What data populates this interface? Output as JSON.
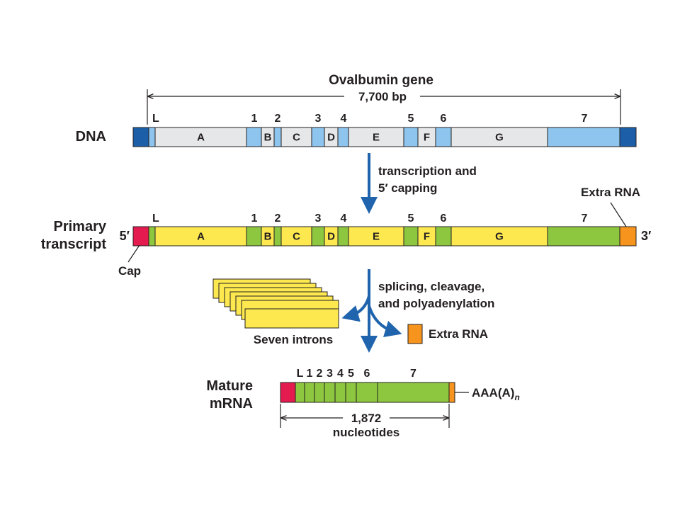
{
  "title": "Ovalbumin gene",
  "gene_length": "7,700 bp",
  "dna": {
    "row_label": "DNA",
    "segments": [
      {
        "kind": "flank"
      },
      {
        "kind": "exon"
      },
      {
        "kind": "intron",
        "label": "A"
      },
      {
        "kind": "exon"
      },
      {
        "kind": "intron",
        "label": "B"
      },
      {
        "kind": "exon"
      },
      {
        "kind": "intron",
        "label": "C"
      },
      {
        "kind": "exon"
      },
      {
        "kind": "intron",
        "label": "D"
      },
      {
        "kind": "exon"
      },
      {
        "kind": "intron",
        "label": "E"
      },
      {
        "kind": "exon"
      },
      {
        "kind": "intron",
        "label": "F"
      },
      {
        "kind": "exon"
      },
      {
        "kind": "intron",
        "label": "G"
      },
      {
        "kind": "exon"
      },
      {
        "kind": "flank"
      }
    ]
  },
  "exon_labels": [
    "L",
    "1",
    "2",
    "3",
    "4",
    "5",
    "6",
    "7"
  ],
  "step1": {
    "line1": "transcription and",
    "line2": "5′ capping"
  },
  "primary": {
    "label_line1": "Primary",
    "label_line2": "transcript",
    "five_prime": "5′",
    "three_prime": "3′",
    "cap_label": "Cap",
    "extra_rna_label": "Extra RNA",
    "segments": [
      {
        "kind": "cap"
      },
      {
        "kind": "exon"
      },
      {
        "kind": "intron",
        "label": "A"
      },
      {
        "kind": "exon"
      },
      {
        "kind": "intron",
        "label": "B"
      },
      {
        "kind": "exon"
      },
      {
        "kind": "intron",
        "label": "C"
      },
      {
        "kind": "exon"
      },
      {
        "kind": "intron",
        "label": "D"
      },
      {
        "kind": "exon"
      },
      {
        "kind": "intron",
        "label": "E"
      },
      {
        "kind": "exon"
      },
      {
        "kind": "intron",
        "label": "F"
      },
      {
        "kind": "exon"
      },
      {
        "kind": "intron",
        "label": "G"
      },
      {
        "kind": "exon"
      },
      {
        "kind": "extra"
      }
    ]
  },
  "step2": {
    "line1": "splicing, cleavage,",
    "line2": "and polyadenylation"
  },
  "introns_label": "Seven introns",
  "extra_rna_removed_label": "Extra RNA",
  "mature": {
    "label_line1": "Mature",
    "label_line2": "mRNA",
    "exon_labels": [
      "L",
      "1",
      "2",
      "3",
      "4",
      "5",
      "6",
      "7"
    ],
    "poly_a": "AAA(A)",
    "poly_a_sub": "n",
    "length": "1,872",
    "length_unit": "nucleotides"
  },
  "colors": {
    "dna_exon": "#8ec5ee",
    "dna_intron": "#e6e7e8",
    "dna_flank": "#1c5fa8",
    "rna_exon": "#8dc63f",
    "rna_intron": "#fde84f",
    "cap": "#e31b4f",
    "extra": "#f7941d",
    "arrow": "#1f64ad",
    "outline": "#231f20"
  }
}
